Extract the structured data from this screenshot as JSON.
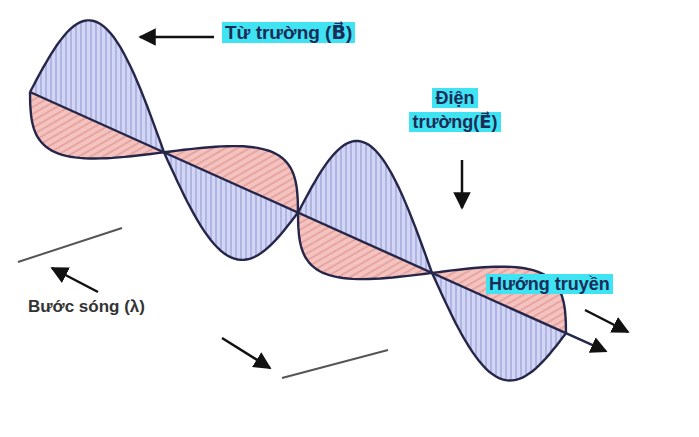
{
  "diagram": {
    "labels": [
      "Từ trường (B⃗)",
      "Điện trường(E⃗)",
      "Bước sóng (λ)",
      "Hướng truyền"
    ]
  }
}
